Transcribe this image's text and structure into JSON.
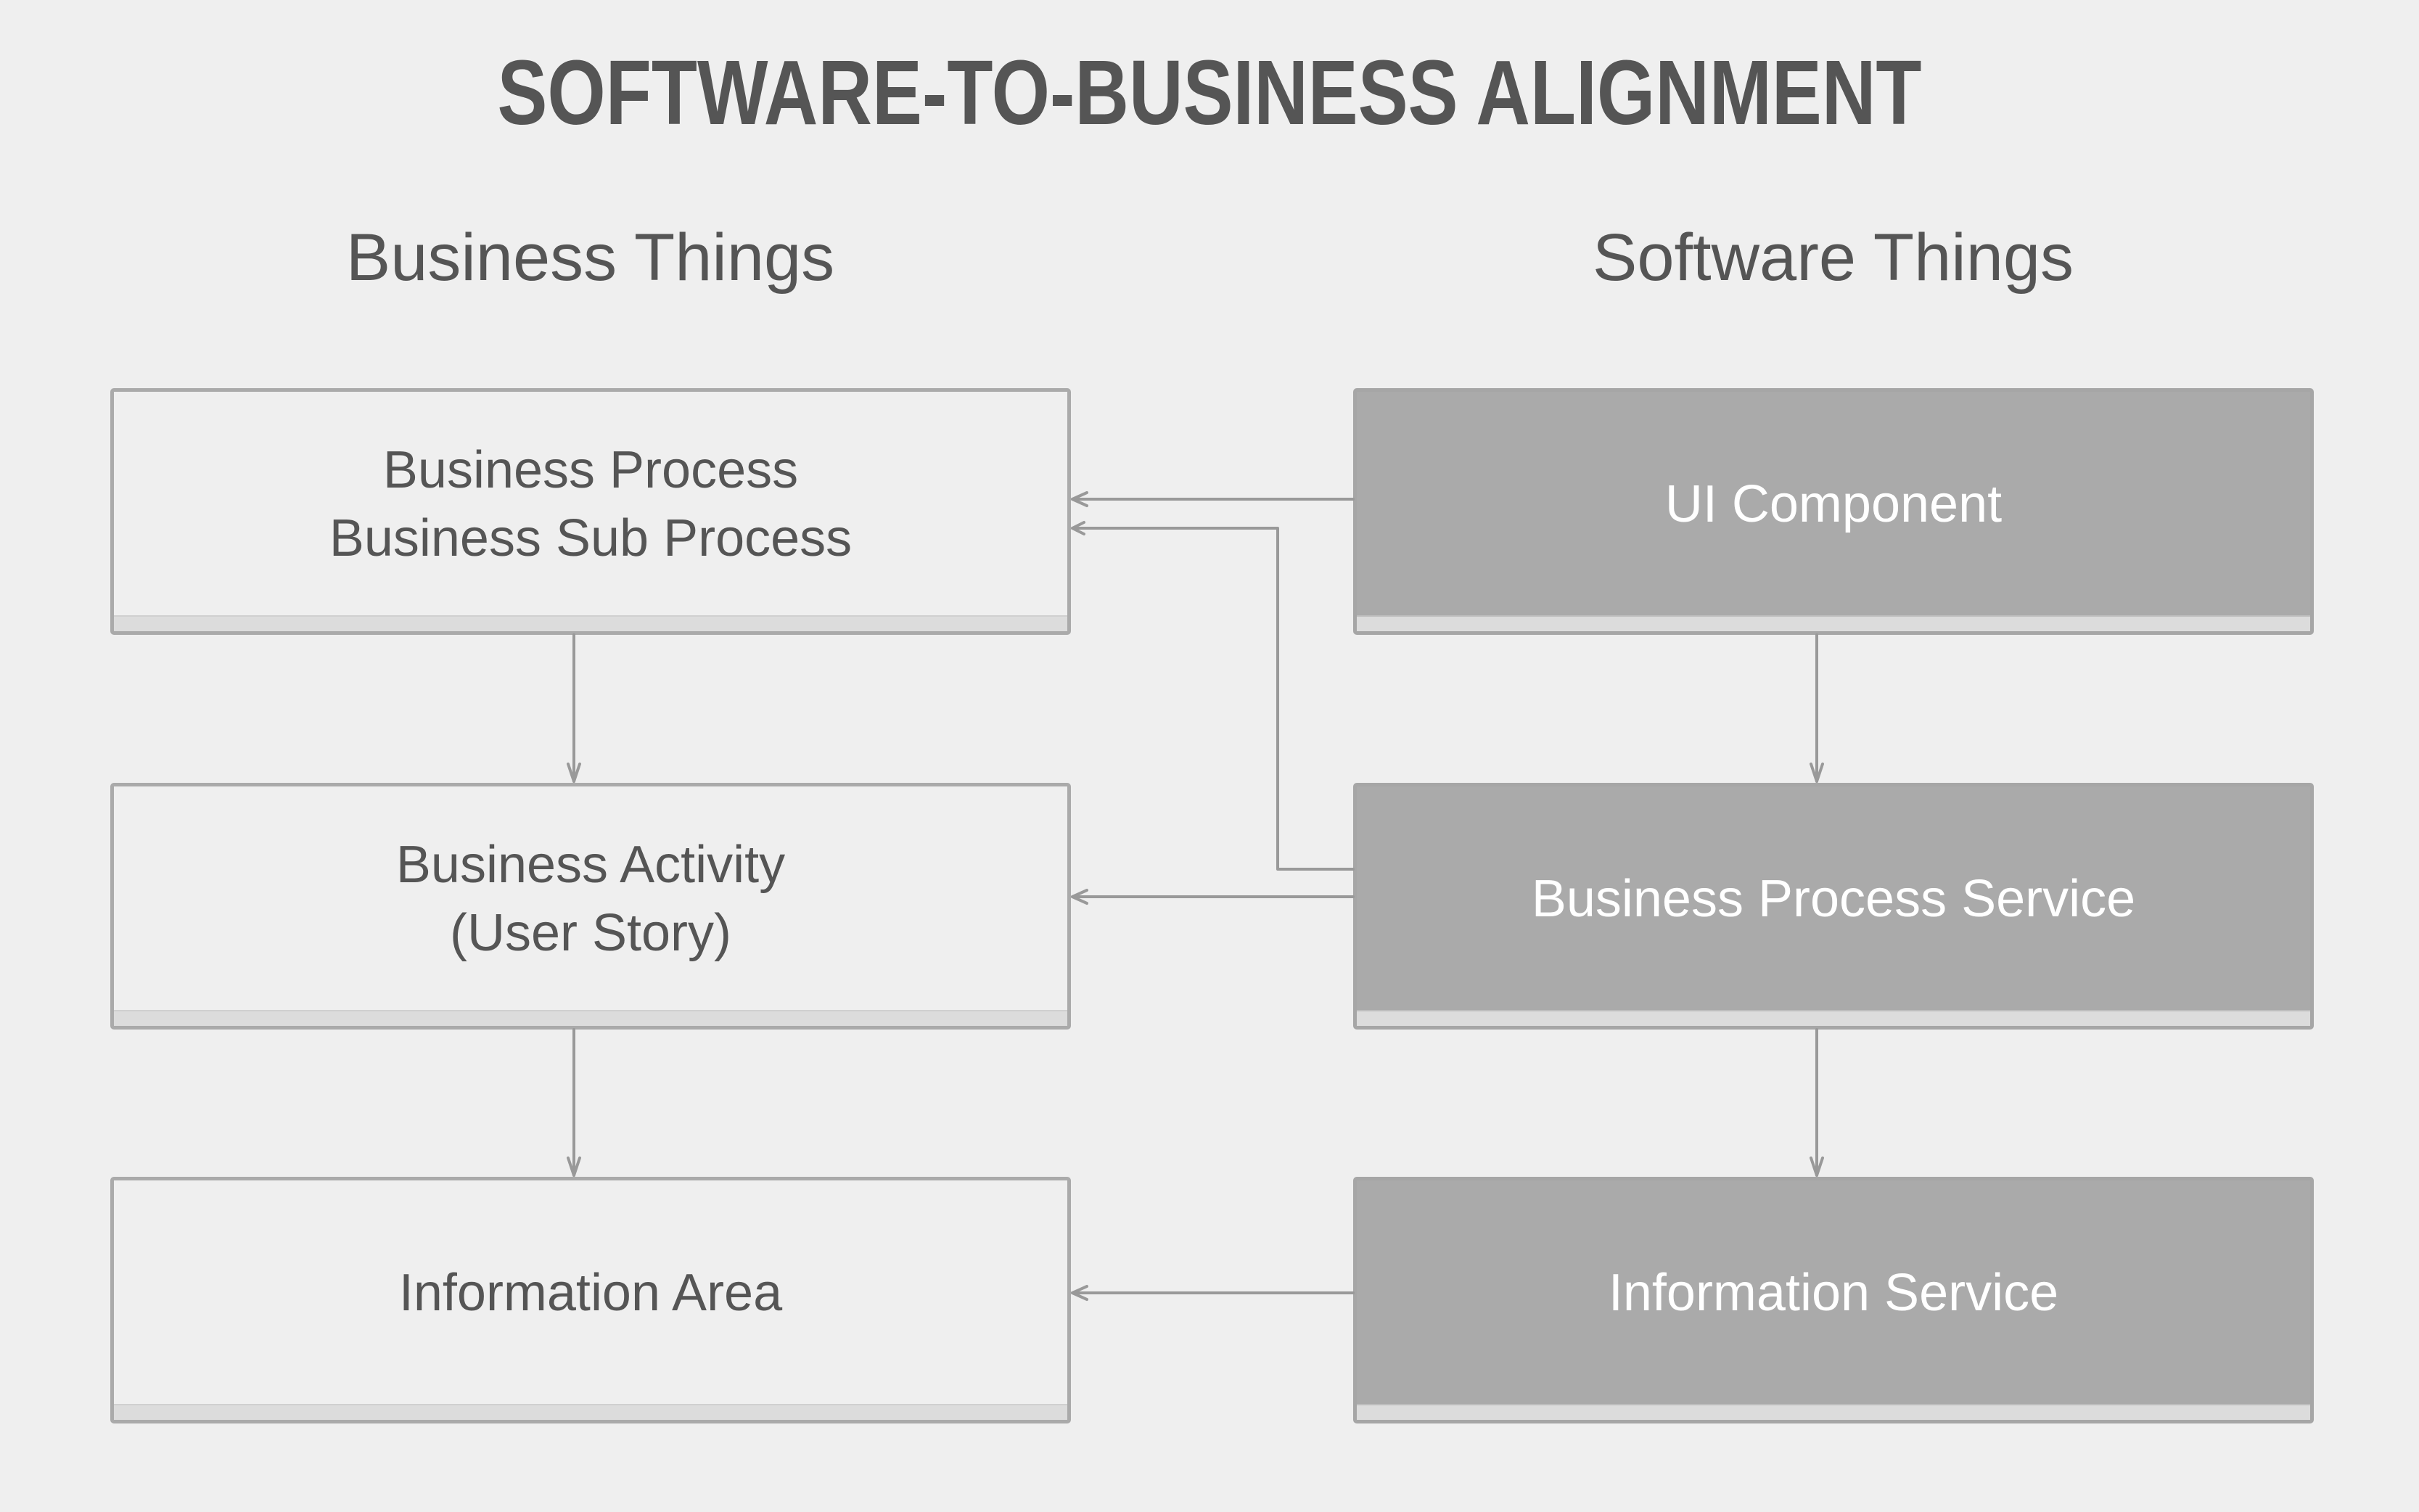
{
  "title": "SOFTWARE-TO-BUSINESS ALIGNMENT",
  "columns": {
    "business": {
      "heading": "Business Things"
    },
    "software": {
      "heading": "Software Things"
    }
  },
  "business_boxes": [
    {
      "id": "business-process",
      "lines": [
        "Business Process",
        "Business Sub Process"
      ]
    },
    {
      "id": "business-activity",
      "lines": [
        "Business Activity",
        "(User Story)"
      ]
    },
    {
      "id": "information-area",
      "lines": [
        "Information Area"
      ]
    }
  ],
  "software_boxes": [
    {
      "id": "ui-component",
      "lines": [
        "UI Component"
      ]
    },
    {
      "id": "business-process-service",
      "lines": [
        "Business Process Service"
      ]
    },
    {
      "id": "information-service",
      "lines": [
        "Information Service"
      ]
    }
  ],
  "connections": [
    {
      "from": "business-process",
      "to": "business-activity",
      "type": "vertical"
    },
    {
      "from": "business-activity",
      "to": "information-area",
      "type": "vertical"
    },
    {
      "from": "ui-component",
      "to": "business-process-service",
      "type": "vertical"
    },
    {
      "from": "business-process-service",
      "to": "information-service",
      "type": "vertical"
    },
    {
      "from": "ui-component",
      "to": "business-process",
      "type": "horizontal"
    },
    {
      "from": "business-process-service",
      "to": "business-process",
      "type": "elbow"
    },
    {
      "from": "business-process-service",
      "to": "business-activity",
      "type": "horizontal"
    },
    {
      "from": "information-service",
      "to": "information-area",
      "type": "horizontal"
    }
  ],
  "colors": {
    "background": "#efefef",
    "text": "#555555",
    "software_fill": "#aaaaaa",
    "software_text": "#ffffff",
    "border": "#aaaaaa",
    "footer_strip": "#dcdcdc",
    "connector": "#999999"
  }
}
